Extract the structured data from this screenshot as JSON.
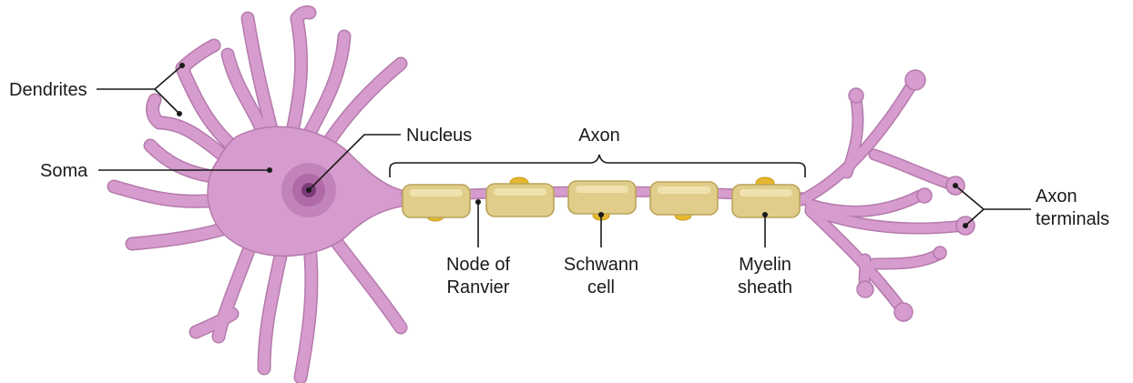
{
  "labels": {
    "dendrites": "Dendrites",
    "soma": "Soma",
    "nucleus": "Nucleus",
    "axon": "Axon",
    "node_of_ranvier_line1": "Node of",
    "node_of_ranvier_line2": "Ranvier",
    "schwann_line1": "Schwann",
    "schwann_line2": "cell",
    "myelin_line1": "Myelin",
    "myelin_line2": "sheath",
    "axon_terminals_line1": "Axon",
    "axon_terminals_line2": "terminals"
  },
  "colors": {
    "neuron": "#d59ccd",
    "neuron_outline": "#b57aac",
    "nucleus_outer": "#b873b0",
    "nucleus_inner": "#7a3c78",
    "myelin": "#e0cd8a",
    "schwann_nucleus": "#e6b830",
    "text": "#1a1a1a"
  }
}
